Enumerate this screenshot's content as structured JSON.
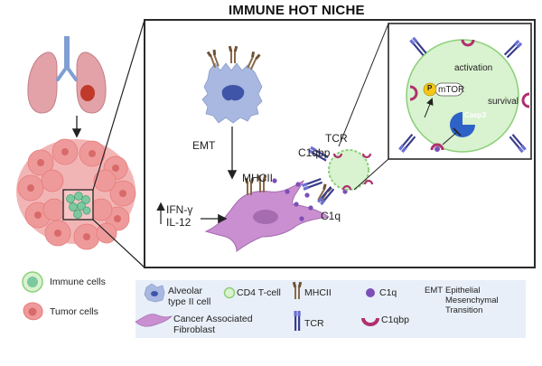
{
  "title": "IMMUNE HOT NICHE",
  "labels": {
    "emt": "EMT",
    "tcr": "TCR",
    "c1qbp": "C1qbp",
    "mhcii": "MHCII",
    "c1q": "C1q",
    "ifn": "IFN-γ",
    "il12": "IL-12"
  },
  "inset": {
    "activation": "activation",
    "survival": "survival",
    "mtor": "mTOR",
    "p": "P",
    "casp3": "Casp3"
  },
  "side_legend": {
    "immune": "Immune cells",
    "tumor": "Tumor cells"
  },
  "legend": {
    "alveolar": "Alveolar type II cell",
    "caf": "Cancer Associated Fibroblast",
    "cd4": "CD4 T-cell",
    "mhcii": "MHCII",
    "tcr": "TCR",
    "c1q": "C1q",
    "c1qbp": "C1qbp",
    "emt_abbr": "EMT",
    "emt_full": "Epithelial Mesenchymal Transition"
  },
  "colors": {
    "frame": "#2a2a2a",
    "legend_bg": "#e8eff8",
    "alveolar_cell": "#a9b8e0",
    "alveolar_nucleus": "#3e55a8",
    "fibroblast": "#c98fd0",
    "fibroblast_nucleus": "#a56db0",
    "tcell": "#d9f2cf",
    "tcell_border": "#8ccf7a",
    "tumor": "#f2a6a6",
    "immune": "#7cc9a0",
    "c1q": "#7b4fb8",
    "c1qbp": "#b0306e",
    "mhcii": "#8a6a4a",
    "tcr": "#3a3d8c",
    "lung": "#e3a1a8",
    "trachea": "#7f9fd3"
  },
  "icons": [
    "lung-icon",
    "tumor-mass-icon",
    "alveolar-cell-icon",
    "fibroblast-icon",
    "t-cell-icon",
    "mhcii-receptor-icon",
    "tcr-receptor-icon",
    "c1q-molecule-icon",
    "c1qbp-icon",
    "mtor-complex-icon",
    "casp3-icon"
  ]
}
